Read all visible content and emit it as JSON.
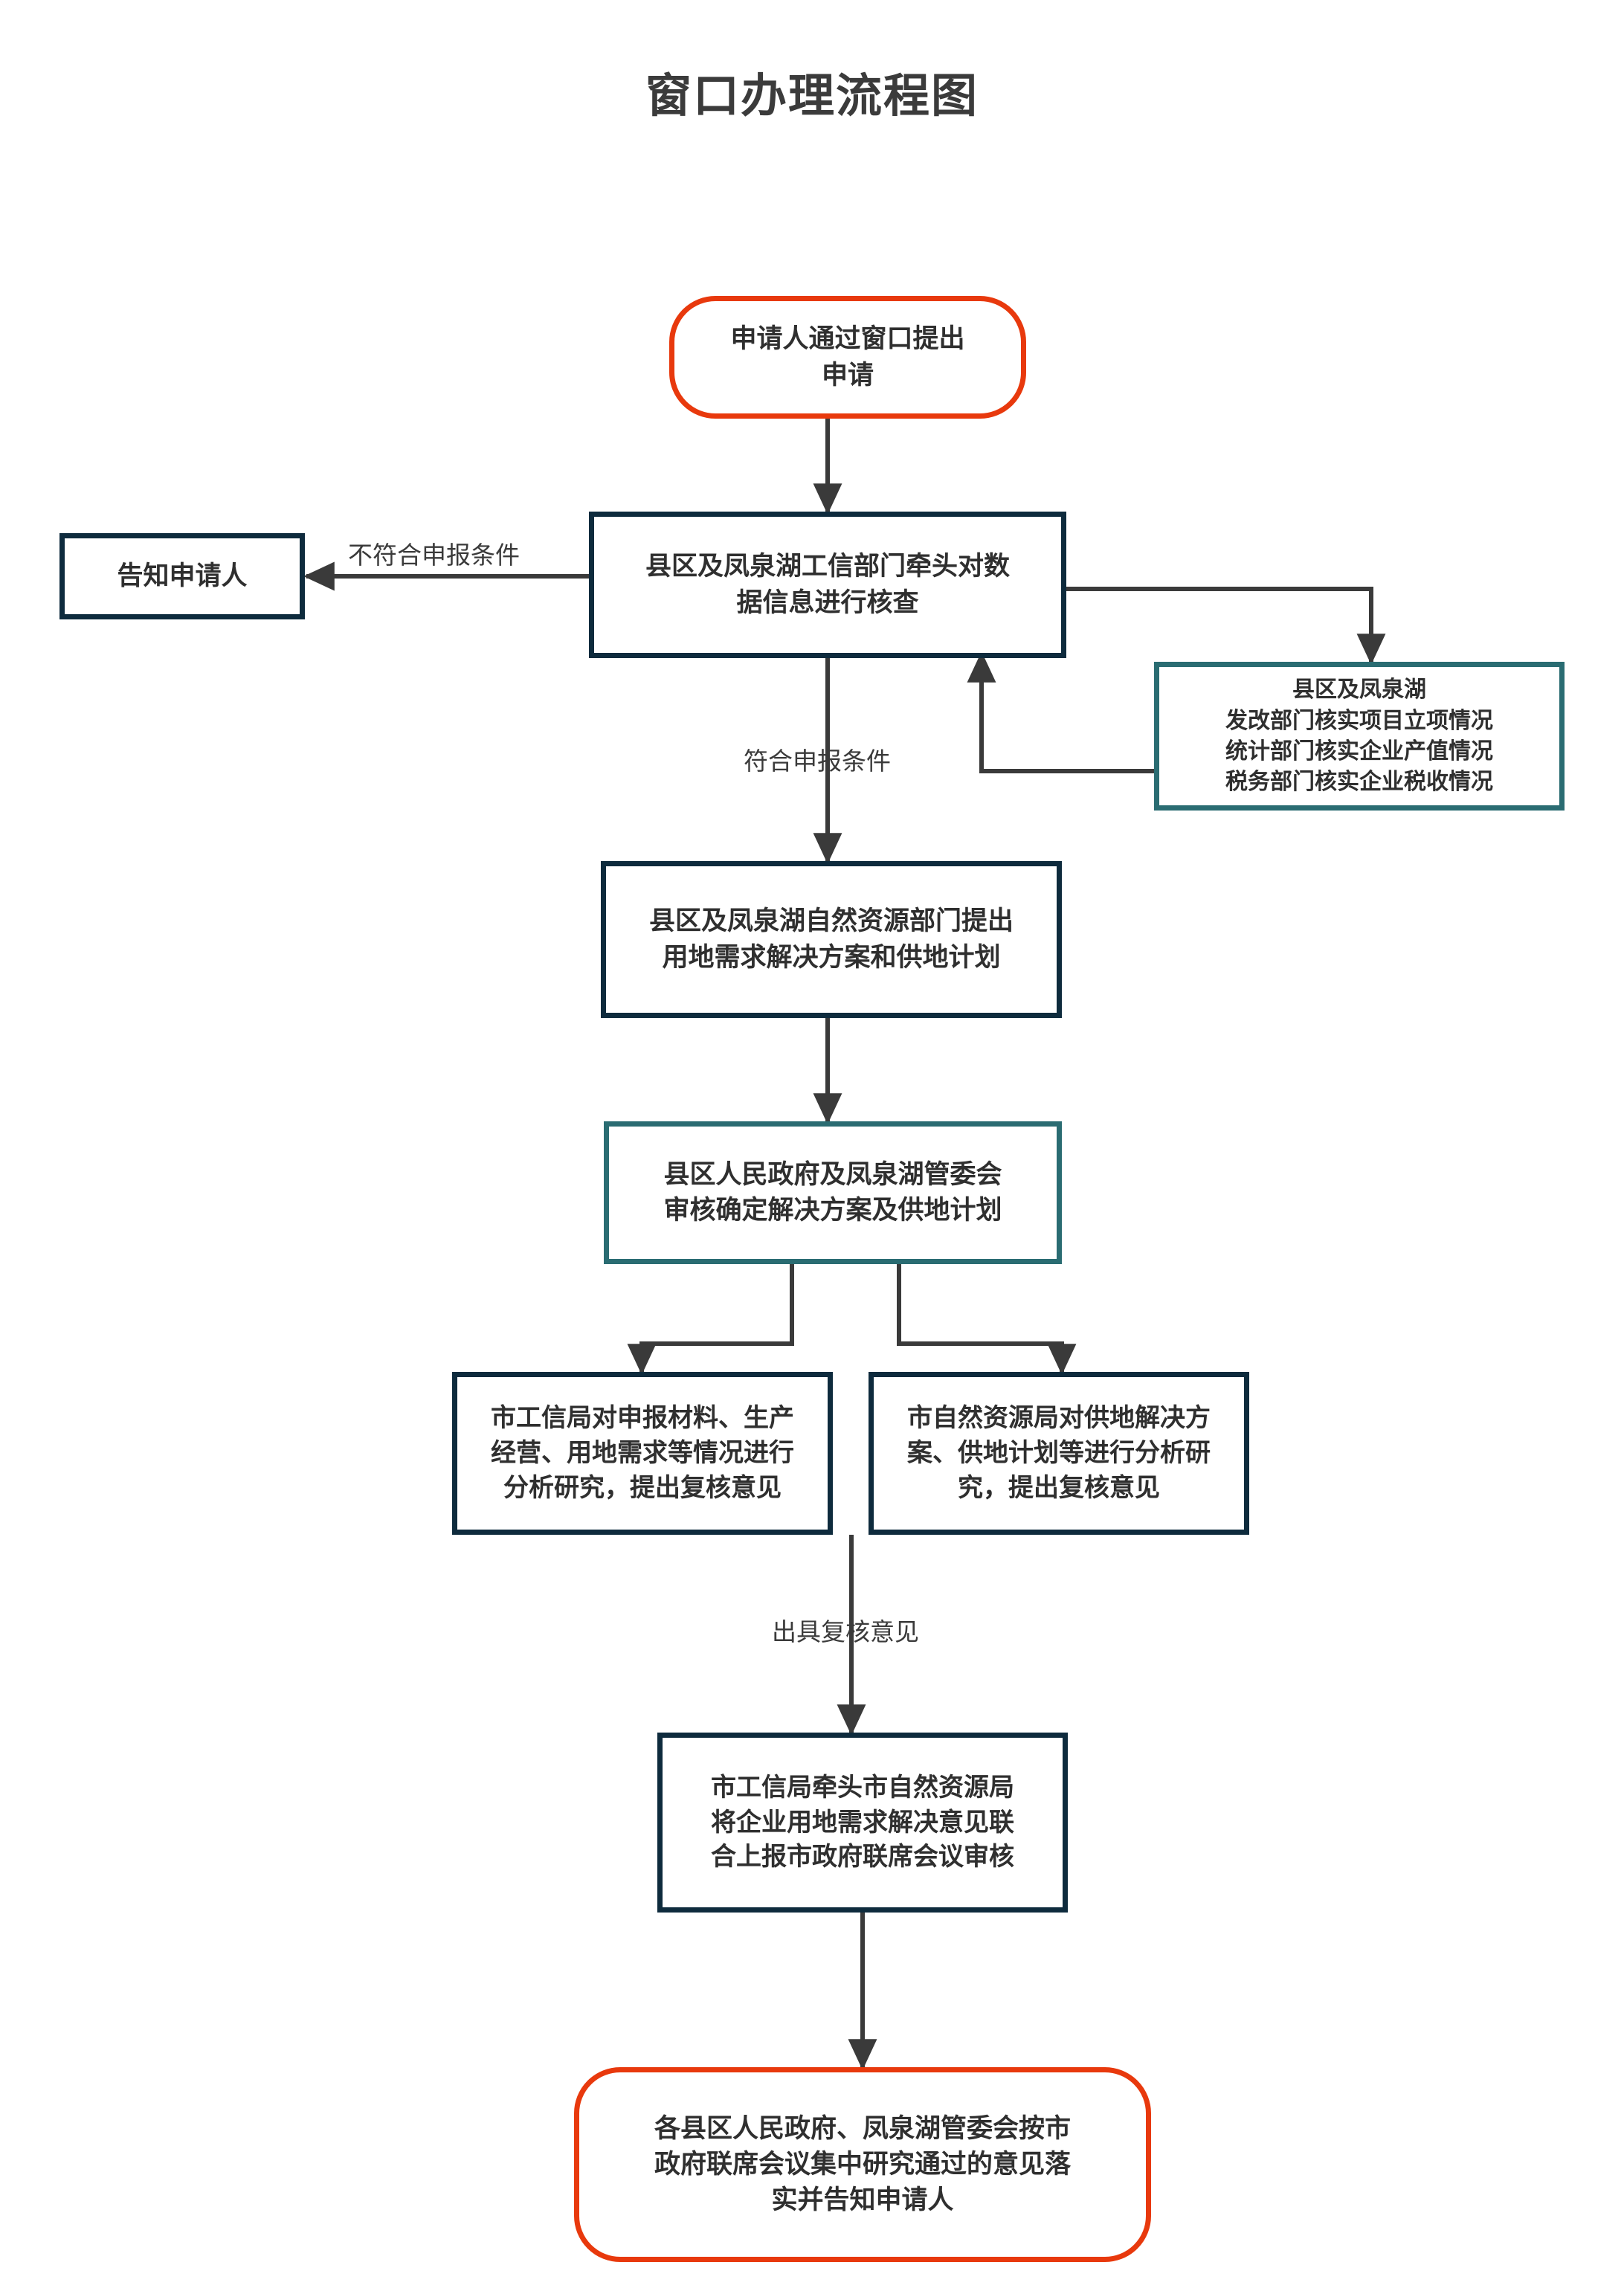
{
  "title": "窗口办理流程图",
  "colors": {
    "terminal_border": "#e8390d",
    "process_border": "#0e2b3d",
    "teal_border": "#2a6c72",
    "connector": "#3a3a3a",
    "text": "#2f2f2f",
    "title_text": "#3b3b3b",
    "background": "#ffffff"
  },
  "nodes": {
    "start": {
      "label": "申请人通过窗口提出\n申请",
      "shape": "rounded-terminal",
      "border": "#e8390d"
    },
    "verify": {
      "label": "县区及凤泉湖工信部门牵头对数\n据信息进行核查",
      "shape": "rectangle",
      "border": "#0e2b3d"
    },
    "notify_reject": {
      "label": "告知申请人",
      "shape": "rectangle",
      "border": "#0e2b3d"
    },
    "cross_check": {
      "label": "县区及凤泉湖\n发改部门核实项目立项情况\n统计部门核实企业产值情况\n税务部门核实企业税收情况",
      "shape": "rectangle",
      "border": "#2a6c72"
    },
    "land_plan": {
      "label": "县区及凤泉湖自然资源部门提出\n用地需求解决方案和供地计划",
      "shape": "rectangle",
      "border": "#0e2b3d"
    },
    "gov_approve": {
      "label": "县区人民政府及凤泉湖管委会\n审核确定解决方案及供地计划",
      "shape": "rectangle",
      "border": "#2a6c72"
    },
    "industry_review": {
      "label": "市工信局对申报材料、生产\n经营、用地需求等情况进行\n分析研究，提出复核意见",
      "shape": "rectangle",
      "border": "#0e2b3d"
    },
    "resources_review": {
      "label": "市自然资源局对供地解决方\n案、供地计划等进行分析研\n究，提出复核意见",
      "shape": "rectangle",
      "border": "#0e2b3d"
    },
    "joint_report": {
      "label": "市工信局牵头市自然资源局\n将企业用地需求解决意见联\n合上报市政府联席会议审核",
      "shape": "rectangle",
      "border": "#0e2b3d"
    },
    "end": {
      "label": "各县区人民政府、凤泉湖管委会按市\n政府联席会议集中研究通过的意见落\n实并告知申请人",
      "shape": "rounded-terminal",
      "border": "#e8390d"
    }
  },
  "edge_labels": {
    "not_qualified": "不符合申报条件",
    "qualified": "符合申报条件",
    "issue_review": "出具复核意见"
  }
}
